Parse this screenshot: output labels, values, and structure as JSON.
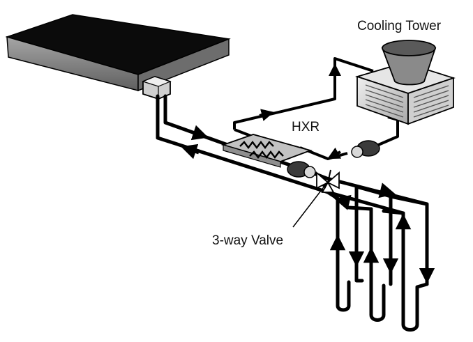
{
  "labels": {
    "cooling_tower": "Cooling Tower",
    "hxr": "HXR",
    "valve": "3-way Valve"
  },
  "icons": {
    "slab": "building-slab-icon",
    "tower": "cooling-tower-icon",
    "hxr": "heat-exchanger-icon",
    "pumps": "pump-icon",
    "valve": "three-way-valve-icon",
    "bores": "ground-loop-icon"
  },
  "colors": {
    "pipe": "#000000",
    "slab_top": "#0b0b0b",
    "slab_side": "#8c8c8c",
    "tower_body": "#d9d9d9",
    "tower_fan": "#8a8a8a",
    "hxr_fill": "#bdbdbd"
  }
}
